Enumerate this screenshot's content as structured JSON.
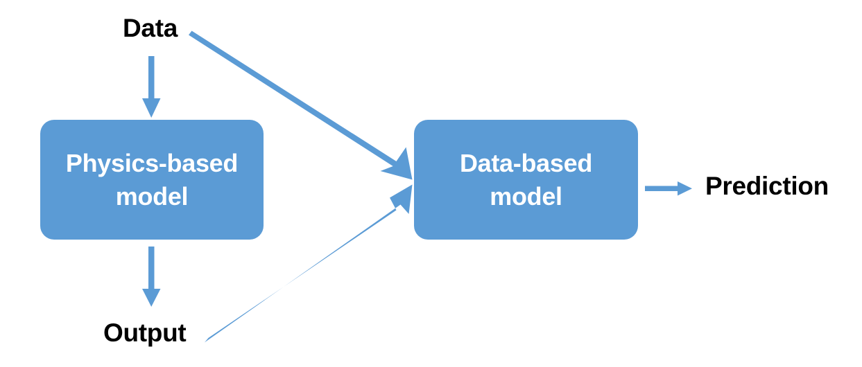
{
  "diagram": {
    "title": "Hybrid physics-based and data-based modeling workflow",
    "background_color": "#FFFFFF",
    "accent_color": "#5B9BD5",
    "text_color_on_accent": "#FFFFFF",
    "label_text_color": "#000000",
    "nodes": [
      {
        "id": "data",
        "label": "Data",
        "type": "plain-label"
      },
      {
        "id": "physics-model",
        "label": "Physics-based model",
        "line1": "Physics-based",
        "line2": "model",
        "type": "rounded-box"
      },
      {
        "id": "output",
        "label": "Output",
        "type": "plain-label"
      },
      {
        "id": "data-model",
        "label": "Data-based model",
        "line1": "Data-based",
        "line2": "model",
        "type": "rounded-box"
      },
      {
        "id": "prediction",
        "label": "Prediction",
        "type": "plain-label"
      }
    ],
    "edges": [
      {
        "id": "data-to-physics",
        "from": "data",
        "to": "physics-model",
        "style": "straight-vertical-arrow"
      },
      {
        "id": "data-to-data-model",
        "from": "data",
        "to": "data-model",
        "style": "diagonal-arrow"
      },
      {
        "id": "physics-to-output",
        "from": "physics-model",
        "to": "output",
        "style": "straight-vertical-arrow"
      },
      {
        "id": "output-to-data-model",
        "from": "output",
        "to": "data-model",
        "style": "diagonal-arrow"
      },
      {
        "id": "data-model-to-prediction",
        "from": "data-model",
        "to": "prediction",
        "style": "straight-horizontal-arrow"
      }
    ]
  }
}
